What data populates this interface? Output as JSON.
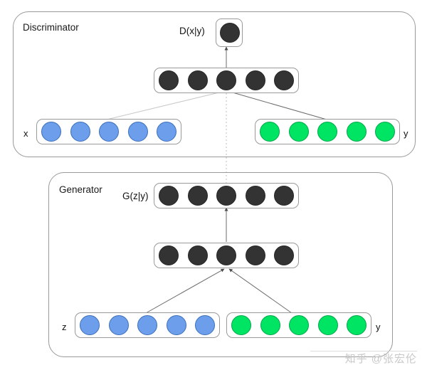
{
  "figure": {
    "title": "Conditional GAN architecture diagram",
    "background_color": "#ffffff"
  },
  "colors": {
    "node_dark_fill": "#333333",
    "node_dark_stroke": "#262626",
    "node_blue_fill": "#6d9eeb",
    "node_blue_stroke": "#3c6fbb",
    "node_green_fill": "#00e464",
    "node_green_stroke": "#00a848",
    "panel_stroke": "#9a9a9a",
    "wire_stroke": "#6b6b6b",
    "dotted_wire_stroke": "#bbbbbb",
    "watermark_color": "#c9c9c9"
  },
  "discriminator": {
    "panel_label": "Discriminator",
    "output": {
      "label": "D(x|y)",
      "node_count": 1,
      "node_color": "dark"
    },
    "hidden": {
      "node_count": 5,
      "node_color": "dark"
    },
    "inputs": [
      {
        "label": "x",
        "label_side": "left",
        "node_count": 5,
        "node_color": "blue"
      },
      {
        "label": "y",
        "label_side": "right",
        "node_count": 5,
        "node_color": "green"
      }
    ]
  },
  "generator": {
    "panel_label": "Generator",
    "output": {
      "label": "G(z|y)",
      "node_count": 5,
      "node_color": "dark"
    },
    "hidden": {
      "node_count": 5,
      "node_color": "dark"
    },
    "inputs": [
      {
        "label": "z",
        "label_side": "left",
        "node_count": 5,
        "node_color": "blue"
      },
      {
        "label": "y",
        "label_side": "right",
        "node_count": 5,
        "node_color": "green"
      }
    ]
  },
  "watermark": {
    "text": "知乎 @张宏伦"
  }
}
